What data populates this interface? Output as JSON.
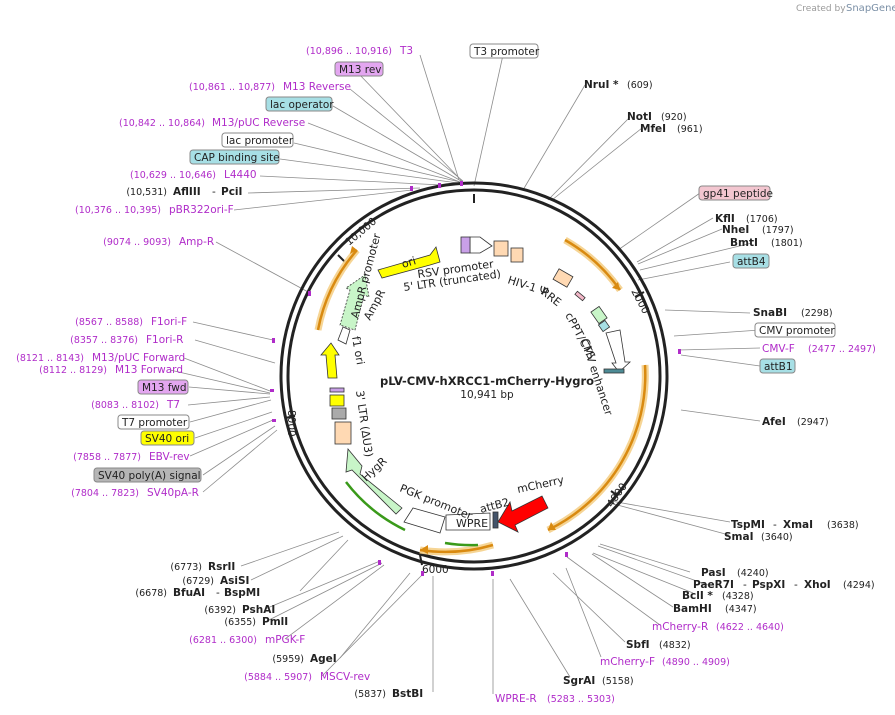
{
  "watermark": {
    "created_by": "Created by",
    "brand": "SnapGene"
  },
  "plasmid": {
    "name": "pLV-CMV-hXRCC1-mCherry-Hygro",
    "size": "10,941 bp"
  },
  "ticks": {
    "t2000": "2000",
    "t4000": "4000",
    "t6000": "6000",
    "t8000": "8000",
    "t10000": "10,000"
  },
  "features": {
    "ori": "ori",
    "rsv": "RSV promoter",
    "ltr5": "5' LTR (truncated)",
    "hiv": "HIV-1 Ψ",
    "rre": "RRE",
    "cppt": "cPPT/CTS",
    "cmv_enh": "CMV enhancer",
    "cmv_prom": "CMV promoter",
    "mcherry": "mCherry",
    "attb2": "attB2",
    "wpre": "WPRE",
    "pgk": "PGK promoter",
    "hygr": "HygR",
    "ltr3": "3' LTR (ΔU3)",
    "f1": "f1 ori",
    "ampr_prom": "AmpR promoter",
    "ampr": "AmpR"
  },
  "labels": {
    "t3": {
      "coord": "(10,896 .. 10,916)",
      "name": "T3"
    },
    "m13rev_box": "M13 rev",
    "t3prom_box": "T3 promoter",
    "m13reverse": {
      "coord": "(10,861 .. 10,877)",
      "name": "M13 Reverse"
    },
    "lacop_box": "lac operator",
    "m13puc_rev": {
      "coord": "(10,842 .. 10,864)",
      "name": "M13/pUC Reverse"
    },
    "lacprom_box": "lac promoter",
    "cap_box": "CAP binding site",
    "l4440": {
      "coord": "(10,629 .. 10,646)",
      "name": "L4440"
    },
    "afliii": {
      "coord": "(10,531)",
      "name": "AflIII",
      "name2": "PciI"
    },
    "pbr322": {
      "coord": "(10,376 .. 10,395)",
      "name": "pBR322ori-F"
    },
    "ampr_p": {
      "coord": "(9074 .. 9093)",
      "name": "Amp-R"
    },
    "f1ori_f": {
      "coord": "(8567 .. 8588)",
      "name": "F1ori-F"
    },
    "f1ori_r": {
      "coord": "(8357 .. 8376)",
      "name": "F1ori-R"
    },
    "m13puc_fwd": {
      "coord": "(8121 .. 8143)",
      "name": "M13/pUC Forward"
    },
    "m13fwd": {
      "coord": "(8112 .. 8129)",
      "name": "M13 Forward"
    },
    "m13fwd_box": "M13 fwd",
    "t7": {
      "coord": "(8083 .. 8102)",
      "name": "T7"
    },
    "t7prom_box": "T7 promoter",
    "sv40ori_box": "SV40 ori",
    "ebv": {
      "coord": "(7858 .. 7877)",
      "name": "EBV-rev"
    },
    "sv40pa_box": "SV40 poly(A) signal",
    "sv40pa_r": {
      "coord": "(7804 .. 7823)",
      "name": "SV40pA-R"
    },
    "rsrii": {
      "coord": "(6773)",
      "name": "RsrII"
    },
    "asisi": {
      "coord": "(6729)",
      "name": "AsiSI"
    },
    "bfuai": {
      "coord": "(6678)",
      "name": "BfuAI",
      "name2": "BspMI"
    },
    "pshai": {
      "coord": "(6392)",
      "name": "PshAI"
    },
    "pmli": {
      "coord": "(6355)",
      "name": "PmlI"
    },
    "mpgk": {
      "coord": "(6281 .. 6300)",
      "name": "mPGK-F"
    },
    "agei": {
      "coord": "(5959)",
      "name": "AgeI"
    },
    "msCV": {
      "coord": "(5884 .. 5907)",
      "name": "MSCV-rev"
    },
    "bstbi": {
      "coord": "(5837)",
      "name": "BstBI"
    },
    "wpre_r": {
      "name": "WPRE-R",
      "coord": "(5283 .. 5303)"
    },
    "sgrai": {
      "name": "SgrAI",
      "coord": "(5158)"
    },
    "mcherry_f": {
      "name": "mCherry-F",
      "coord": "(4890 .. 4909)"
    },
    "sbfi": {
      "name": "SbfI",
      "coord": "(4832)"
    },
    "mcherry_r": {
      "name": "mCherry-R",
      "coord": "(4622 .. 4640)"
    },
    "bamhi": {
      "name": "BamHI",
      "coord": "(4347)"
    },
    "bcli": {
      "name": "BclI *",
      "coord": "(4328)"
    },
    "paer7i": {
      "name": "PaeR7I",
      "name2": "PspXI",
      "name3": "XhoI",
      "coord": "(4294)"
    },
    "pasi": {
      "name": "PasI",
      "coord": "(4240)"
    },
    "smai": {
      "name": "SmaI",
      "coord": "(3640)"
    },
    "tspmi": {
      "name": "TspMI",
      "name2": "XmaI",
      "coord": "(3638)"
    },
    "afei": {
      "name": "AfeI",
      "coord": "(2947)"
    },
    "attb1_box": "attB1",
    "cmvf": {
      "name": "CMV-F",
      "coord": "(2477 .. 2497)"
    },
    "cmvprom_box": "CMV promoter",
    "snabi": {
      "name": "SnaBI",
      "coord": "(2298)"
    },
    "attb4_box": "attB4",
    "bmti": {
      "name": "BmtI",
      "coord": "(1801)"
    },
    "nhei": {
      "name": "NheI",
      "coord": "(1797)"
    },
    "kfli": {
      "name": "KflI",
      "coord": "(1706)"
    },
    "gp41_box": "gp41 peptide",
    "mfei": {
      "name": "MfeI",
      "coord": "(961)"
    },
    "noti": {
      "name": "NotI",
      "coord": "(920)"
    },
    "nrui": {
      "name": "NruI *",
      "coord": "(609)"
    }
  },
  "colors": {
    "primer": "#b02cc9",
    "ori": "#ffff00",
    "mcherry": "#ff0000",
    "promoter": "#ffffff",
    "marker": "#c8f5c8",
    "ltr": "#ffd9b3",
    "orf_arc": "#f0a020"
  }
}
